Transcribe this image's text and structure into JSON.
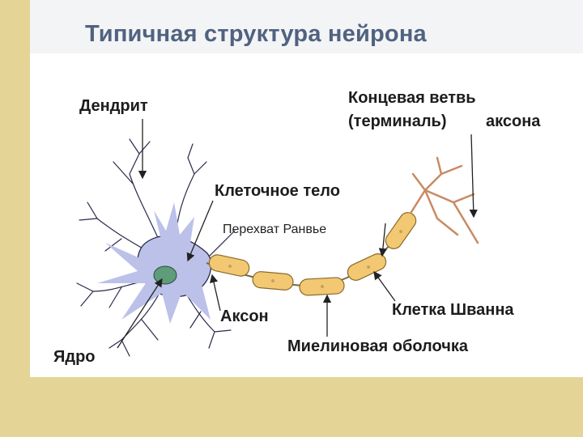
{
  "title": "Типичная структура нейрона",
  "labels": {
    "dendrite": "Дендрит",
    "terminal_line1": "Концевая ветвь",
    "terminal_line2_a": "(терминаль)",
    "terminal_line2_b": "аксона",
    "cell_body": "Клеточное тело",
    "node_ranvier": "Перехват  Ранвье",
    "axon": "Аксон",
    "schwann": "Клетка Шванна",
    "nucleus": "Ядро",
    "myelin": "Миелиновая оболочка"
  },
  "colors": {
    "background": "#e4d596",
    "soma": "#bcc1ea",
    "nucleus": "#5f9d7a",
    "myelin": "#f3c873",
    "terminal": "#d9a07b"
  }
}
